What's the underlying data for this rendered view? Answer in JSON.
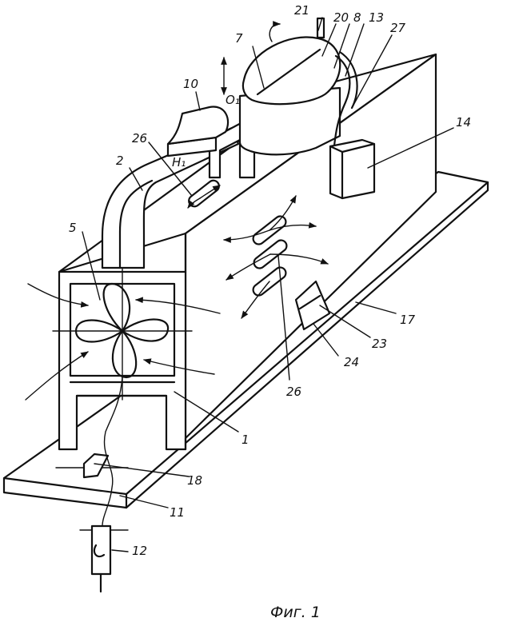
{
  "caption": "Фиг. 1",
  "labels": {
    "l1": "1",
    "l2": "2",
    "l5": "5",
    "l7": "7",
    "l8": "8",
    "l10": "10",
    "l11": "11",
    "l12": "12",
    "l13": "13",
    "l14": "14",
    "l17": "17",
    "l18": "18",
    "l20": "20",
    "l21": "21",
    "l23": "23",
    "l24": "24",
    "l26a": "26",
    "l26b": "26",
    "l27": "27",
    "o1": "O₁",
    "h1": "H₁"
  }
}
